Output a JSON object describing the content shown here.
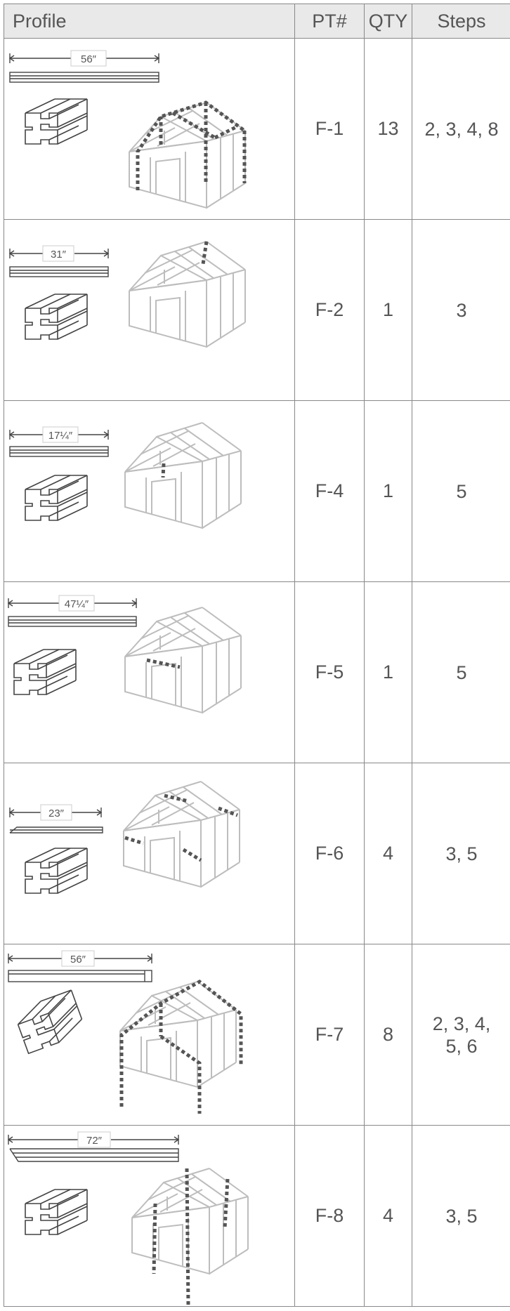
{
  "header": {
    "profile": "Profile",
    "pt": "PT#",
    "qty": "QTY",
    "steps": "Steps"
  },
  "rows": [
    {
      "length": "56″",
      "pt": "F-1",
      "qty": "13",
      "steps": "2, 3, 4, 8"
    },
    {
      "length": "31″",
      "pt": "F-2",
      "qty": "1",
      "steps": "3"
    },
    {
      "length": "17¼″",
      "pt": "F-4",
      "qty": "1",
      "steps": "5"
    },
    {
      "length": "47¼″",
      "pt": "F-5",
      "qty": "1",
      "steps": "5"
    },
    {
      "length": "23″",
      "pt": "F-6",
      "qty": "4",
      "steps": "3, 5"
    },
    {
      "length": "56″",
      "pt": "F-7",
      "qty": "8",
      "steps": "2, 3, 4,\n5, 6"
    },
    {
      "length": "72″",
      "pt": "F-8",
      "qty": "4",
      "steps": "3, 5"
    }
  ],
  "colors": {
    "border": "#888888",
    "header_bg": "#e9e9e9",
    "frame": "#c0c0c0",
    "highlight": "#555555",
    "text": "#555555"
  }
}
